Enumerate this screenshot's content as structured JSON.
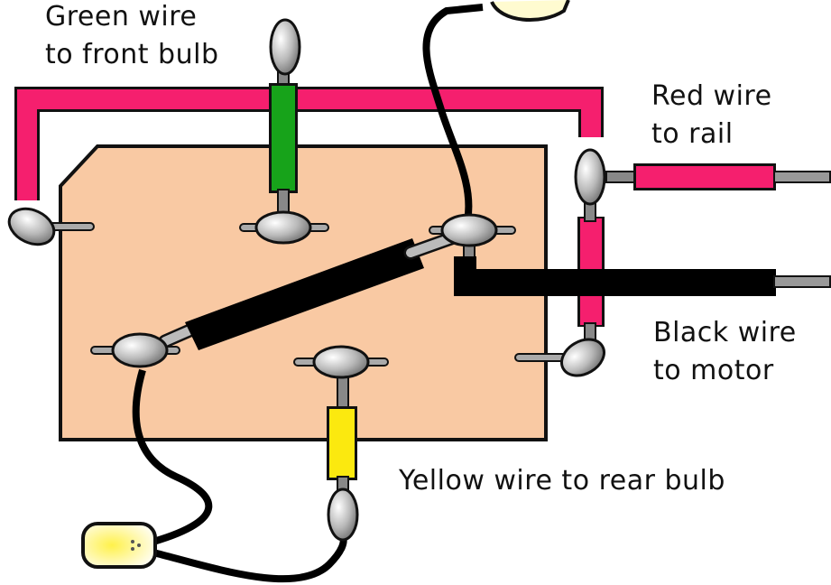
{
  "labels": {
    "green_wire": [
      "Green wire",
      "to front bulb"
    ],
    "red_wire": [
      "Red wire",
      "to rail"
    ],
    "black_wire": [
      "Black wire",
      "to motor"
    ],
    "yellow_wire": "Yellow wire to rear bulb"
  },
  "colors": {
    "board": "#f9c9a3",
    "red_wire": "#f51f6e",
    "green_wire": "#17a31a",
    "yellow_wire": "#fbe90f",
    "black_wire": "#000000",
    "bulb": "#fffbd0"
  }
}
